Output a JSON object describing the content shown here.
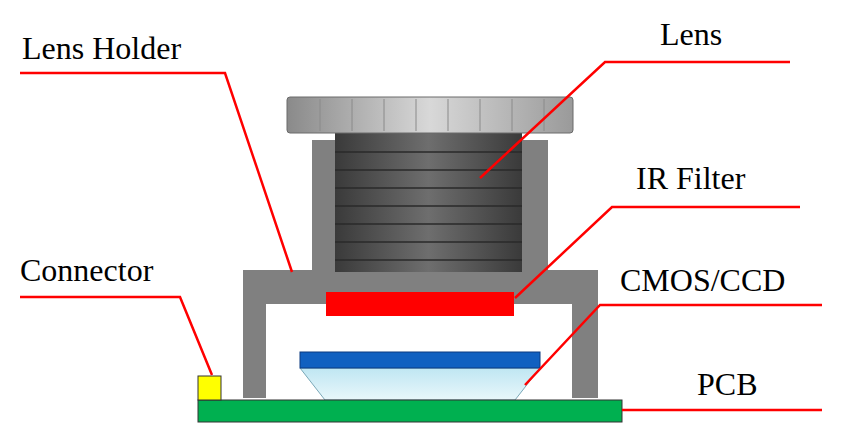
{
  "diagram": {
    "labels": [
      "Lens Holder",
      "Lens",
      "IR Filter",
      "Connector",
      "CMOS/CCD",
      "PCB"
    ]
  }
}
